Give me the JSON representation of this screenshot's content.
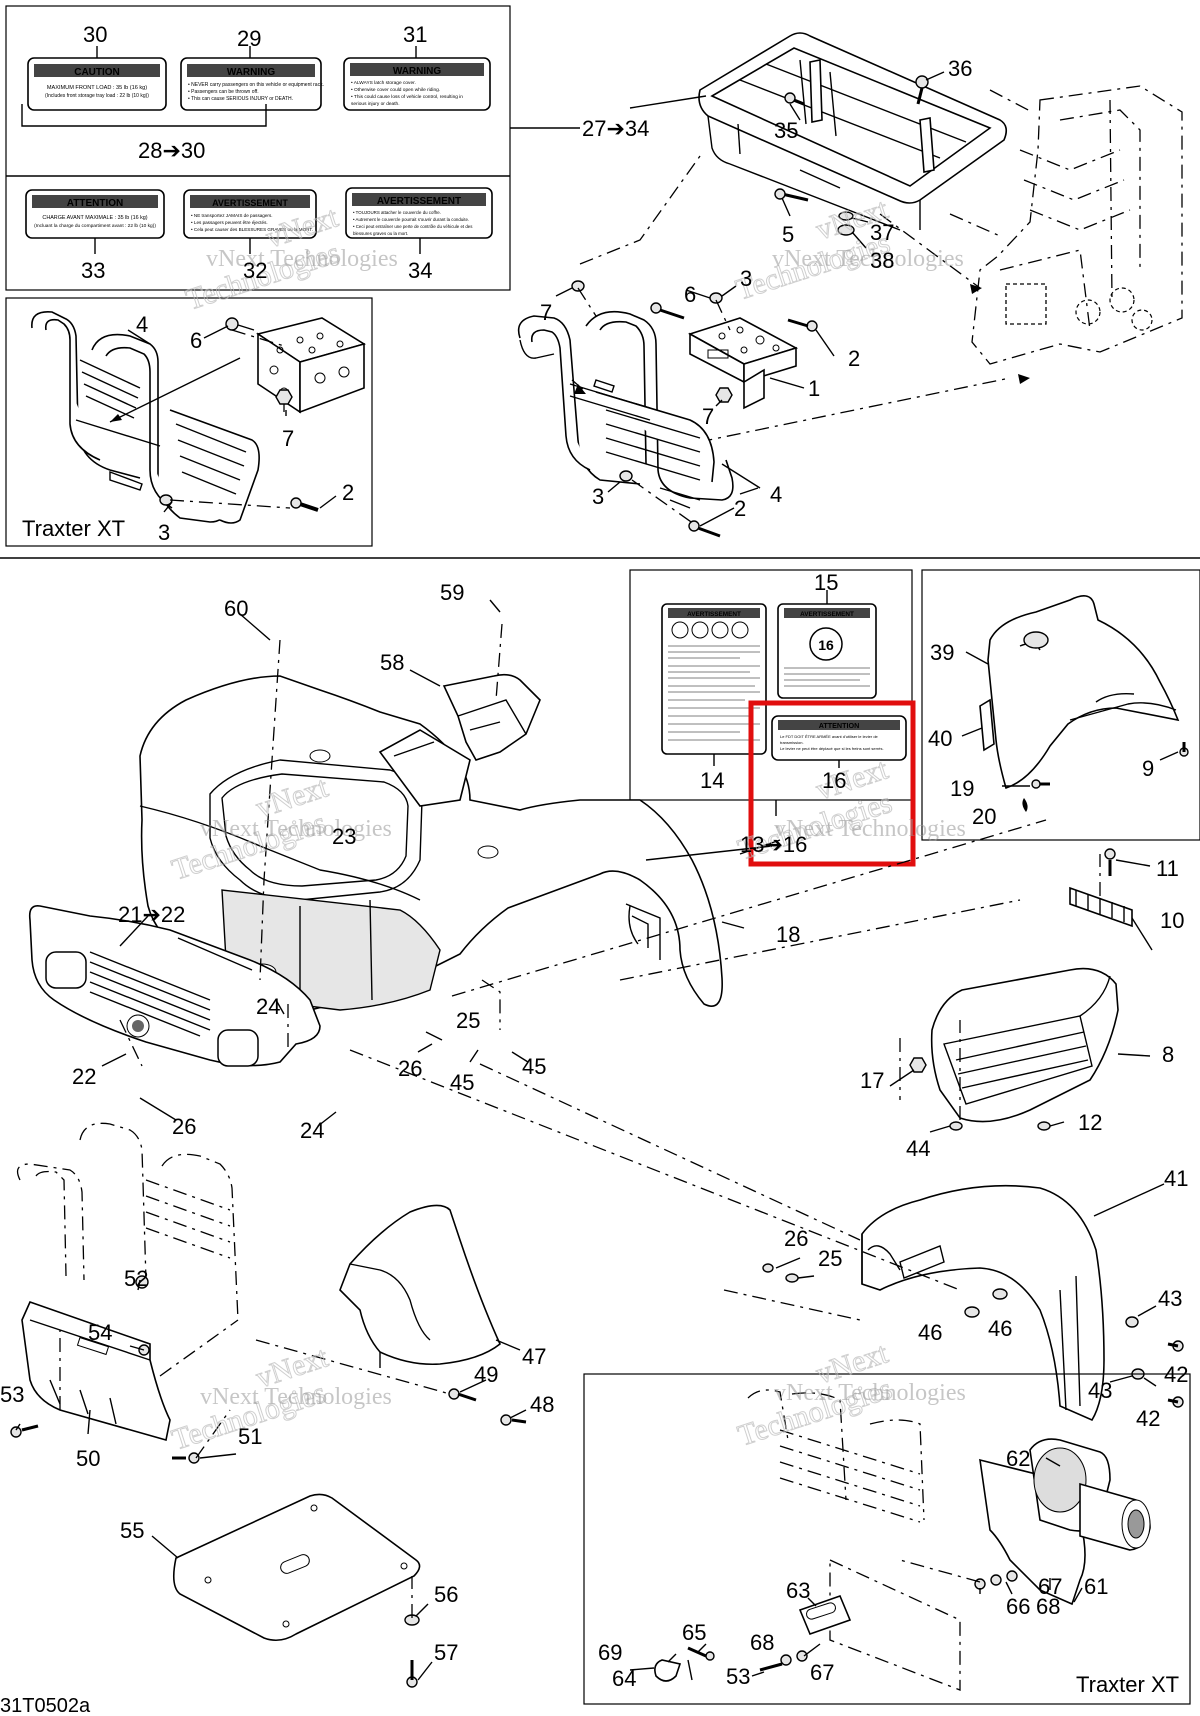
{
  "diagram_code": "31T0502a",
  "highlight_color": "#e10e0e",
  "watermark": {
    "line1": "vNext",
    "line2": "Technologies",
    "combined": "vNext Technologies"
  },
  "labels": {
    "caution": {
      "title": "CAUTION",
      "line1": "MAXIMUM FRONT LOAD : 35 lb (16 kg)",
      "line2": "(Includes front storage tray load : 22 lb (10 kg))"
    },
    "warning29": {
      "title": "WARNING",
      "line1": "• NEVER carry passengers on this vehicle or equipment rack.",
      "line2": "• Passengers can be thrown off.",
      "line3": "• This can cause SERIOUS INJURY or DEATH."
    },
    "warning31": {
      "title": "WARNING",
      "line1": "• ALWAYS latch storage cover.",
      "line2": "• Otherwise cover could open while riding.",
      "line3": "• This could cause loss of vehicle control, resulting in",
      "line4": "serious injury or death."
    },
    "attention33": {
      "title": "ATTENTION",
      "line1": "CHARGE AVANT MAXIMALE : 35 lb (16 kg)",
      "line2": "(Incluant la charge du compartiment avant : 22 lb (10 kg))"
    },
    "avertissement32": {
      "title": "AVERTISSEMENT",
      "line1": "• NE transportez JAMAIS de passagers.",
      "line2": "• Les passagers peuvent être éjectés.",
      "line3": "• Cela peut causer des BLESSURES GRAVES ou la MORT."
    },
    "avertissement34": {
      "title": "AVERTISSEMENT",
      "line1": "• TOUJOURS attacher le couvercle du coffre.",
      "line2": "• Autrement le couvercle pourrait s'ouvrir durant la conduite.",
      "line3": "• Ceci peut entraîner une perte de contrôle du véhicule et des",
      "line4": "blessures graves ou la mort."
    },
    "avertissement14": {
      "title": "AVERTISSEMENT"
    },
    "avertissement15": {
      "title": "AVERTISSEMENT",
      "age": "16"
    },
    "attention16": {
      "title": "ATTENTION",
      "line1": "Le FDT DOIT ÊTRE ARMÉE avant d'utiliser le levier de",
      "line2": "transmission.",
      "line3": "Le levier ne peut être déplacé que si les freins sont serrés."
    }
  },
  "captions": {
    "traxter_top": "Traxter XT",
    "traxter_bottom": "Traxter XT"
  },
  "callouts": {
    "c1": "1",
    "c2": "2",
    "c3": "3",
    "c4": "4",
    "c5": "5",
    "c6": "6",
    "c7": "7",
    "c8": "8",
    "c9": "9",
    "c10": "10",
    "c11": "11",
    "c12": "12",
    "c13_16": "13➔16",
    "c14": "14",
    "c15": "15",
    "c16": "16",
    "c17": "17",
    "c18": "18",
    "c19": "19",
    "c20": "20",
    "c21_22": "21➔22",
    "c22": "22",
    "c23": "23",
    "c24": "24",
    "c25": "25",
    "c26": "26",
    "c27_34": "27➔34",
    "c28_30": "28➔30",
    "c29": "29",
    "c30": "30",
    "c31": "31",
    "c32": "32",
    "c33": "33",
    "c34": "34",
    "c35": "35",
    "c36": "36",
    "c37": "37",
    "c38": "38",
    "c39": "39",
    "c40": "40",
    "c41": "41",
    "c42": "42",
    "c43": "43",
    "c44": "44",
    "c45": "45",
    "c46": "46",
    "c47": "47",
    "c48": "48",
    "c49": "49",
    "c50": "50",
    "c51": "51",
    "c52": "52",
    "c53": "53",
    "c54": "54",
    "c55": "55",
    "c56": "56",
    "c57": "57",
    "c58": "58",
    "c59": "59",
    "c60": "60",
    "c61": "61",
    "c62": "62",
    "c63": "63",
    "c64": "64",
    "c65": "65",
    "c66": "66",
    "c67": "67",
    "c68": "68",
    "c69": "69"
  }
}
